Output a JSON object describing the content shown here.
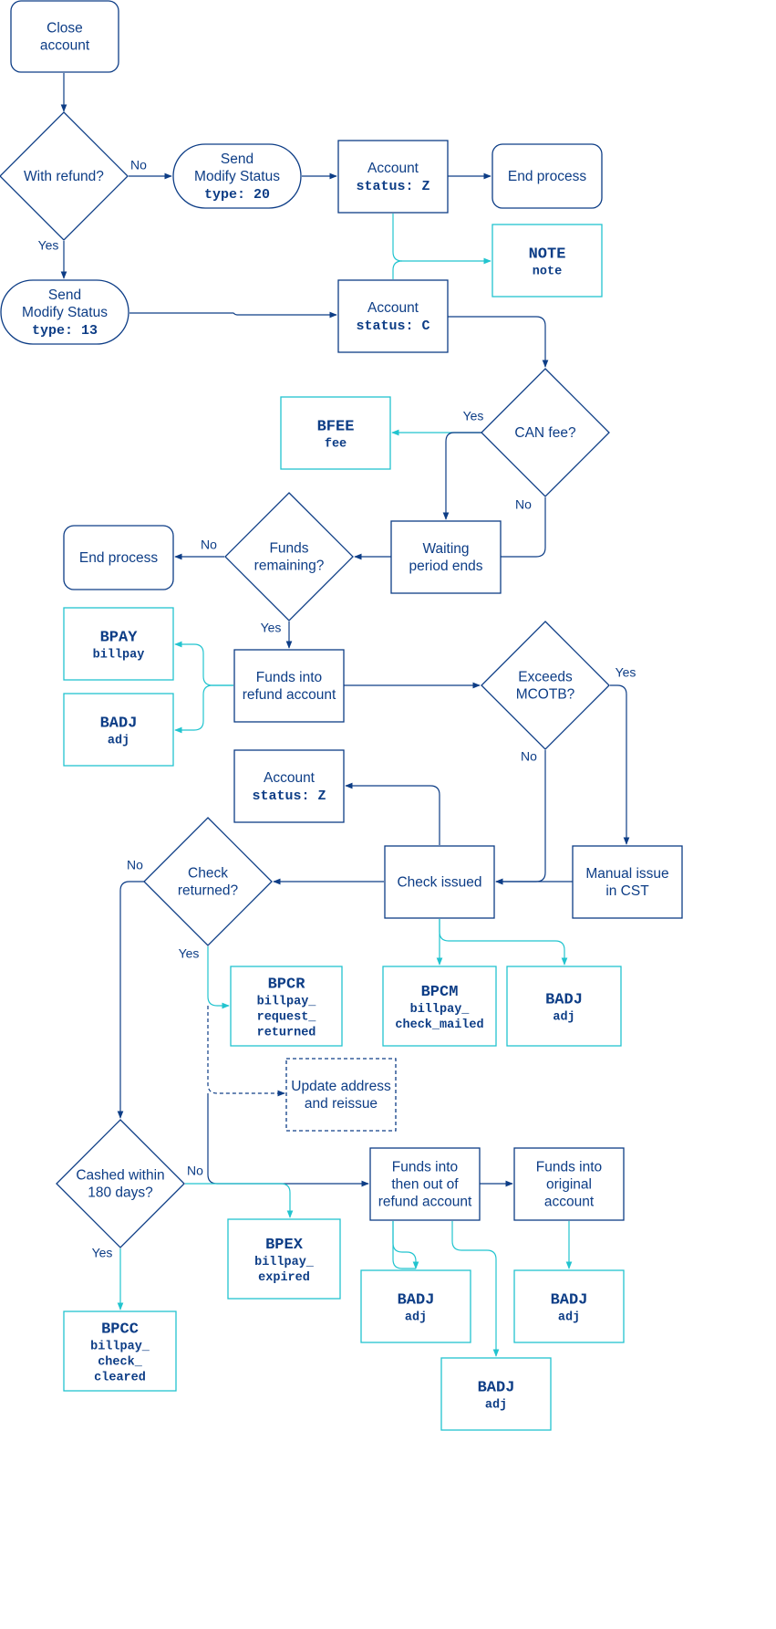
{
  "colors": {
    "primary": "#0d3d86",
    "secondary": "#22c4cf",
    "background": "#ffffff"
  },
  "nodes": {
    "close_account": [
      "Close",
      "account"
    ],
    "with_refund": [
      "With refund?"
    ],
    "send_modify_20": [
      "Send",
      "Modify Status"
    ],
    "send_modify_20_code": "type: 20",
    "account_status_z_top": [
      "Account"
    ],
    "account_status_z_top_code": "status: Z",
    "end_process_top": [
      "End process"
    ],
    "note_title": "NOTE",
    "note_code": "note",
    "send_modify_13": [
      "Send",
      "Modify Status"
    ],
    "send_modify_13_code": "type: 13",
    "account_status_c": [
      "Account"
    ],
    "account_status_c_code": "status: C",
    "can_fee": [
      "CAN fee?"
    ],
    "bfee_title": "BFEE",
    "bfee_code": "fee",
    "waiting_period": [
      "Waiting",
      "period ends"
    ],
    "funds_remaining": [
      "Funds",
      "remaining?"
    ],
    "end_process_mid": [
      "End process"
    ],
    "bpay_title": "BPAY",
    "bpay_code": "billpay",
    "badj1_title": "BADJ",
    "badj1_code": "adj",
    "funds_into_refund": [
      "Funds into",
      "refund account"
    ],
    "exceeds_mcotb": [
      "Exceeds",
      "MCOTB?"
    ],
    "account_status_z_mid": [
      "Account"
    ],
    "account_status_z_mid_code": "status: Z",
    "check_returned": [
      "Check",
      "returned?"
    ],
    "check_issued": [
      "Check issued"
    ],
    "manual_issue": [
      "Manual issue",
      "in CST"
    ],
    "bpcr_title": "BPCR",
    "bpcr_code": [
      "billpay_",
      "request_",
      "returned"
    ],
    "bpcm_title": "BPCM",
    "bpcm_code": [
      "billpay_",
      "check_mailed"
    ],
    "badj2_title": "BADJ",
    "badj2_code": "adj",
    "update_address": [
      "Update address",
      "and reissue"
    ],
    "cashed_180": [
      "Cashed within",
      "180 days?"
    ],
    "funds_in_out": [
      "Funds into",
      "then out of",
      "refund account"
    ],
    "funds_original": [
      "Funds into",
      "original",
      "account"
    ],
    "bpex_title": "BPEX",
    "bpex_code": [
      "billpay_",
      "expired"
    ],
    "bpcc_title": "BPCC",
    "bpcc_code": [
      "billpay_",
      "check_",
      "cleared"
    ],
    "badj3_title": "BADJ",
    "badj3_code": "adj",
    "badj4_title": "BADJ",
    "badj4_code": "adj",
    "badj5_title": "BADJ",
    "badj5_code": "adj"
  },
  "edge_labels": {
    "refund_no": "No",
    "refund_yes": "Yes",
    "fee_yes": "Yes",
    "fee_no": "No",
    "funds_no": "No",
    "funds_yes": "Yes",
    "mcotb_yes": "Yes",
    "mcotb_no": "No",
    "returned_no": "No",
    "returned_yes": "Yes",
    "cashed_no": "No",
    "cashed_yes": "Yes"
  }
}
